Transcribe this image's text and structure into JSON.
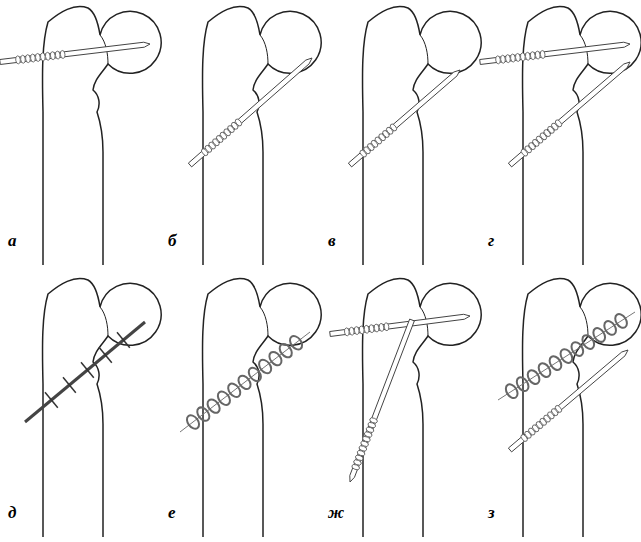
{
  "diagram": {
    "labels": [
      "а",
      "б",
      "в",
      "г",
      "д",
      "е",
      "ж",
      "з"
    ]
  }
}
